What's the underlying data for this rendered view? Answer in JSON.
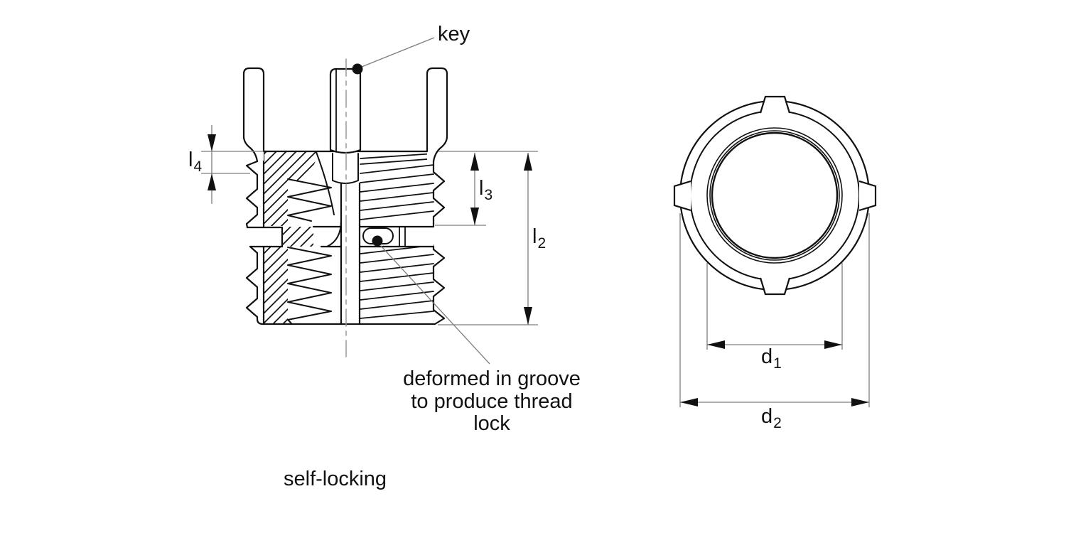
{
  "diagram": {
    "caption": "self-locking",
    "colors": {
      "background": "#ffffff",
      "line": "#111111",
      "dim_line": "#7d7d7d",
      "centerline": "#999999"
    },
    "labels": {
      "key": "key",
      "deformed_note_line1": "deformed in groove",
      "deformed_note_line2": "to produce thread lock"
    },
    "dimensions": {
      "l4": {
        "base": "l",
        "sub": "4"
      },
      "l3": {
        "base": "l",
        "sub": "3"
      },
      "l2": {
        "base": "l",
        "sub": "2"
      },
      "d1": {
        "base": "d",
        "sub": "1"
      },
      "d2": {
        "base": "d",
        "sub": "2"
      }
    }
  }
}
